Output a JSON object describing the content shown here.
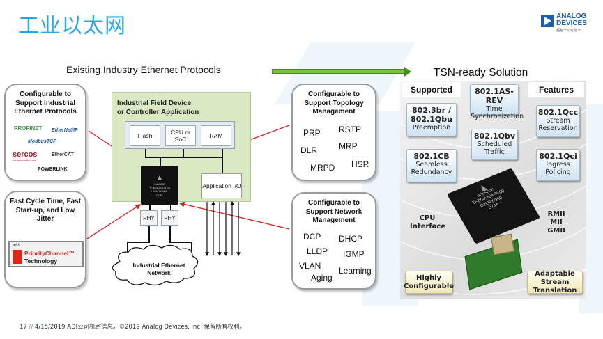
{
  "slide": {
    "title": "工业以太网",
    "brand": {
      "name_line1": "ANALOG",
      "name_line2": "DEVICES",
      "tagline": "超越一切可能™",
      "color": "#1d5fa8"
    },
    "accent_color": "#2aa7e3"
  },
  "left_section": {
    "heading": "Existing Industry Ethernet Protocols",
    "bubbles": {
      "protocols": {
        "title": "Configurable to Support Industrial Ethernet Protocols",
        "logos": [
          "PROFINET",
          "EtherNet/IP",
          "ModbusTCP",
          "sercos",
          "EtherCAT",
          "POWERLINK"
        ],
        "sercos_sub": "the automation bus"
      },
      "cycle": {
        "title": "Fast Cycle Time, Fast Start-up, and Low Jitter",
        "badge_with": "with",
        "badge_name": "PriorityChannel™",
        "badge_tech": "Technology"
      },
      "topology": {
        "title": "Configurable to Support Topology Management",
        "terms": [
          "PRP",
          "RSTP",
          "DLR",
          "MRP",
          "MRPD",
          "HSR"
        ]
      },
      "network": {
        "title": "Configurable to Support Network Management",
        "terms": [
          "DCP",
          "DHCP",
          "LLDP",
          "IGMP",
          "VLAN",
          "Learning",
          "Aging"
        ]
      }
    },
    "field_device": {
      "title_line1": "Industrial Field Device",
      "title_line2": "or Controller Application",
      "memory": [
        "Flash",
        "CPU or SoC",
        "RAM"
      ],
      "chip_lines": [
        "fido5000",
        "TFBGA324-R-00",
        "D2LRY-080",
        "0744"
      ],
      "phys": [
        "PHY",
        "PHY"
      ],
      "app_io": "Application I/O",
      "network_cloud": "Industrial Ethernet Network"
    }
  },
  "right_section": {
    "heading": "TSN-ready Solution",
    "label_supported": "Supported",
    "label_features": "Features",
    "standards": [
      {
        "code": "802.3br / 802.1Qbu",
        "desc": "Preemption"
      },
      {
        "code": "802.1AS-REV",
        "desc": "Time Synchronization"
      },
      {
        "code": "802.1Qbv",
        "desc": "Scheduled Traffic"
      },
      {
        "code": "802.1CB",
        "desc": "Seamless Redundancy"
      },
      {
        "code": "802.1Qcc",
        "desc": "Stream Reservation"
      },
      {
        "code": "802.1Qci",
        "desc": "Ingress Policing"
      }
    ],
    "cpu_interface": "CPU Interface",
    "mii_types": "RMII MII GMII",
    "chip_lines": [
      "fido5000",
      "TFBGA324-R-00",
      "D2LRY-080",
      "0744"
    ],
    "highlights": [
      "Highly Configurable",
      "Adaptable Stream Translation"
    ]
  },
  "footer": {
    "page": "17",
    "separator": "//",
    "text": "4/15/2019 ADI公司机密信息。©2019 Analog Devices, Inc. 保留所有权利。"
  }
}
